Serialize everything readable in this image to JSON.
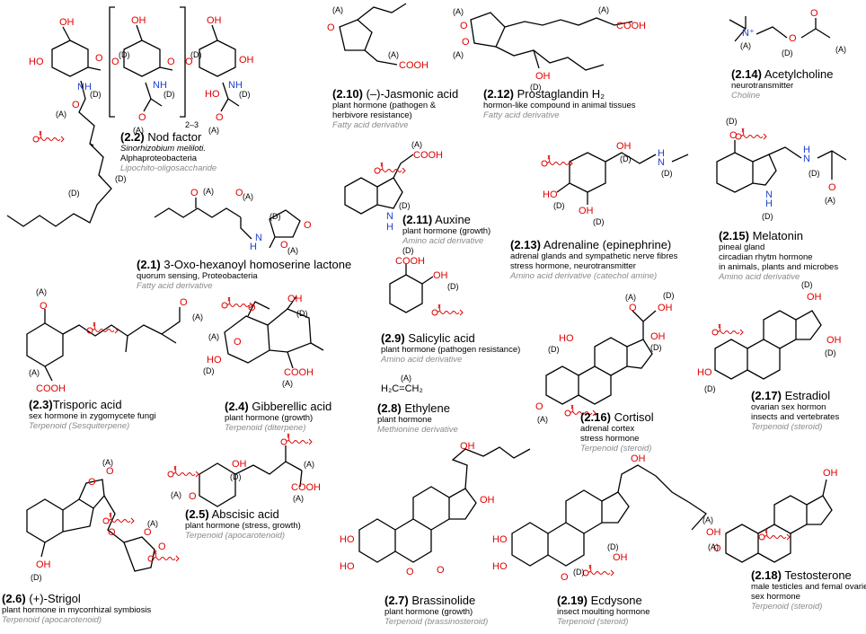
{
  "atoms": {
    "O": "O",
    "OH": "OH",
    "HO": "HO",
    "NH": "NH",
    "N": "N",
    "H": "H",
    "COOH": "COOH",
    "N_plus": "N⁺",
    "ethylene": "H₂C=CH₂"
  },
  "tags": {
    "A": "(A)",
    "D": "(D)",
    "repeat": "2–3"
  },
  "compounds": [
    {
      "id": "2.1",
      "num": "(2.1)",
      "name": "3-Oxo-hexanoyl homoserine lactone",
      "lines": [
        "quorum sensing, Proteobacteria"
      ],
      "class": "Fatty acid derivative"
    },
    {
      "id": "2.2",
      "num": "(2.2)",
      "name": "Nod factor",
      "lines": [
        "Sinorhizobium meliloti.",
        "Alphaproteobacteria"
      ],
      "class": "Lipochito-oligosaccharide"
    },
    {
      "id": "2.3",
      "num": "(2.3)",
      "name": "Trisporic acid",
      "lines": [
        "sex hormone in zygomycete fungi"
      ],
      "class": "Terpenoid (Sesquiterpene)"
    },
    {
      "id": "2.4",
      "num": "(2.4)",
      "name": "Gibberellic acid",
      "lines": [
        "plant hormone (growth)"
      ],
      "class": "Terpenoid (diterpene)"
    },
    {
      "id": "2.5",
      "num": "(2.5)",
      "name": "Abscisic acid",
      "lines": [
        "plant hormone (stress, growth)"
      ],
      "class": "Terpenoid (apocarotenoid)"
    },
    {
      "id": "2.6",
      "num": "(2.6)",
      "name": "(+)-Strigol",
      "lines": [
        "plant hormone in mycorrhizal symbiosis"
      ],
      "class": "Terpenoid (apocarotenoid)"
    },
    {
      "id": "2.7",
      "num": "(2.7)",
      "name": "Brassinolide",
      "lines": [
        "plant hormone (growth)"
      ],
      "class": "Terpenoid (brassinosteroid)"
    },
    {
      "id": "2.8",
      "num": "(2.8)",
      "name": "Ethylene",
      "lines": [
        "plant hormone"
      ],
      "class": "Methionine derivative"
    },
    {
      "id": "2.9",
      "num": "(2.9)",
      "name": "Salicylic acid",
      "lines": [
        "plant hormone (pathogen resistance)"
      ],
      "class": "Amino acid derivative"
    },
    {
      "id": "2.10",
      "num": "(2.10)",
      "name": "(–)-Jasmonic acid",
      "lines": [
        "plant hormone (pathogen &",
        "herbivore resistance)"
      ],
      "class": "Fatty acid derivative"
    },
    {
      "id": "2.11",
      "num": "(2.11)",
      "name": "Auxine",
      "lines": [
        "plant hormone (growth)"
      ],
      "class": "Amino acid derivative"
    },
    {
      "id": "2.12",
      "num": "(2.12)",
      "name": "Prostaglandin H₂",
      "lines": [
        "hormon-like compound in animal tissues"
      ],
      "class": "Fatty acid derivative"
    },
    {
      "id": "2.13",
      "num": "(2.13)",
      "name": "Adrenaline (epinephrine)",
      "lines": [
        "adrenal glands and sympathetic nerve fibres",
        "stress hormone, neurotransmitter"
      ],
      "class": "Amino acid derivative (catechol amine)"
    },
    {
      "id": "2.14",
      "num": "(2.14)",
      "name": "Acetylcholine",
      "lines": [
        "neurotransmitter"
      ],
      "class": "Choline"
    },
    {
      "id": "2.15",
      "num": "(2.15)",
      "name": "Melatonin",
      "lines": [
        "pineal gland",
        "circadian rhytm hormone",
        "in animals, plants and microbes"
      ],
      "class": "Amino acid derivative"
    },
    {
      "id": "2.16",
      "num": "(2.16)",
      "name": "Cortisol",
      "lines": [
        "adrenal cortex",
        "stress hormone"
      ],
      "class": "Terpenoid (steroid)"
    },
    {
      "id": "2.17",
      "num": "(2.17)",
      "name": "Estradiol",
      "lines": [
        "ovarian sex hormon",
        "insects and vertebrates"
      ],
      "class": "Terpenoid (steroid)"
    },
    {
      "id": "2.18",
      "num": "(2.18)",
      "name": "Testosterone",
      "lines": [
        "male testicles and femal ovaries",
        "sex hormone"
      ],
      "class": "Terpenoid (steroid)"
    },
    {
      "id": "2.19",
      "num": "(2.19)",
      "name": "Ecdysone",
      "lines": [
        "insect moulting hormone"
      ],
      "class": "Terpenoid (steroid)"
    }
  ]
}
